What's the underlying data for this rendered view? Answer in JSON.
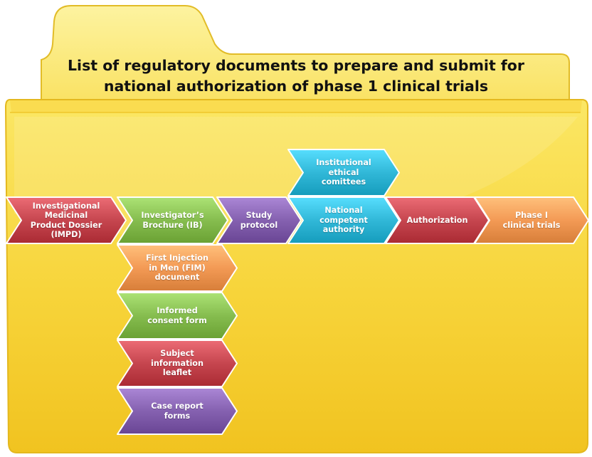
{
  "title": {
    "line1": "List of regulatory documents to prepare and submit for",
    "line2": "national authorization of phase 1 clinical trials"
  },
  "colors": {
    "folder_light": "#FCEB63",
    "folder_dark": "#F2C61A",
    "red": "#C6464F",
    "green": "#86BD4F",
    "purple": "#8561B0",
    "cyan": "#31B8D8",
    "orange": "#F39A55"
  },
  "steps": {
    "impd": "Investigational\nMedicinal\nProduct Dossier\n(IMPD)",
    "ib": "Investigator’s\nBrochure (IB)",
    "protocol": "Study\nprotocol",
    "ethics": "Institutional\nethical\ncomittees",
    "nca": "National\ncompetent\nauthority",
    "authorization": "Authorization",
    "phase1": "Phase I\nclinical trials",
    "fim": "First Injection\nin Men (FIM)\ndocument",
    "consent": "Informed\nconsent form",
    "leaflet": "Subject\ninformation\nleaflet",
    "crf": "Case report\nforms"
  }
}
